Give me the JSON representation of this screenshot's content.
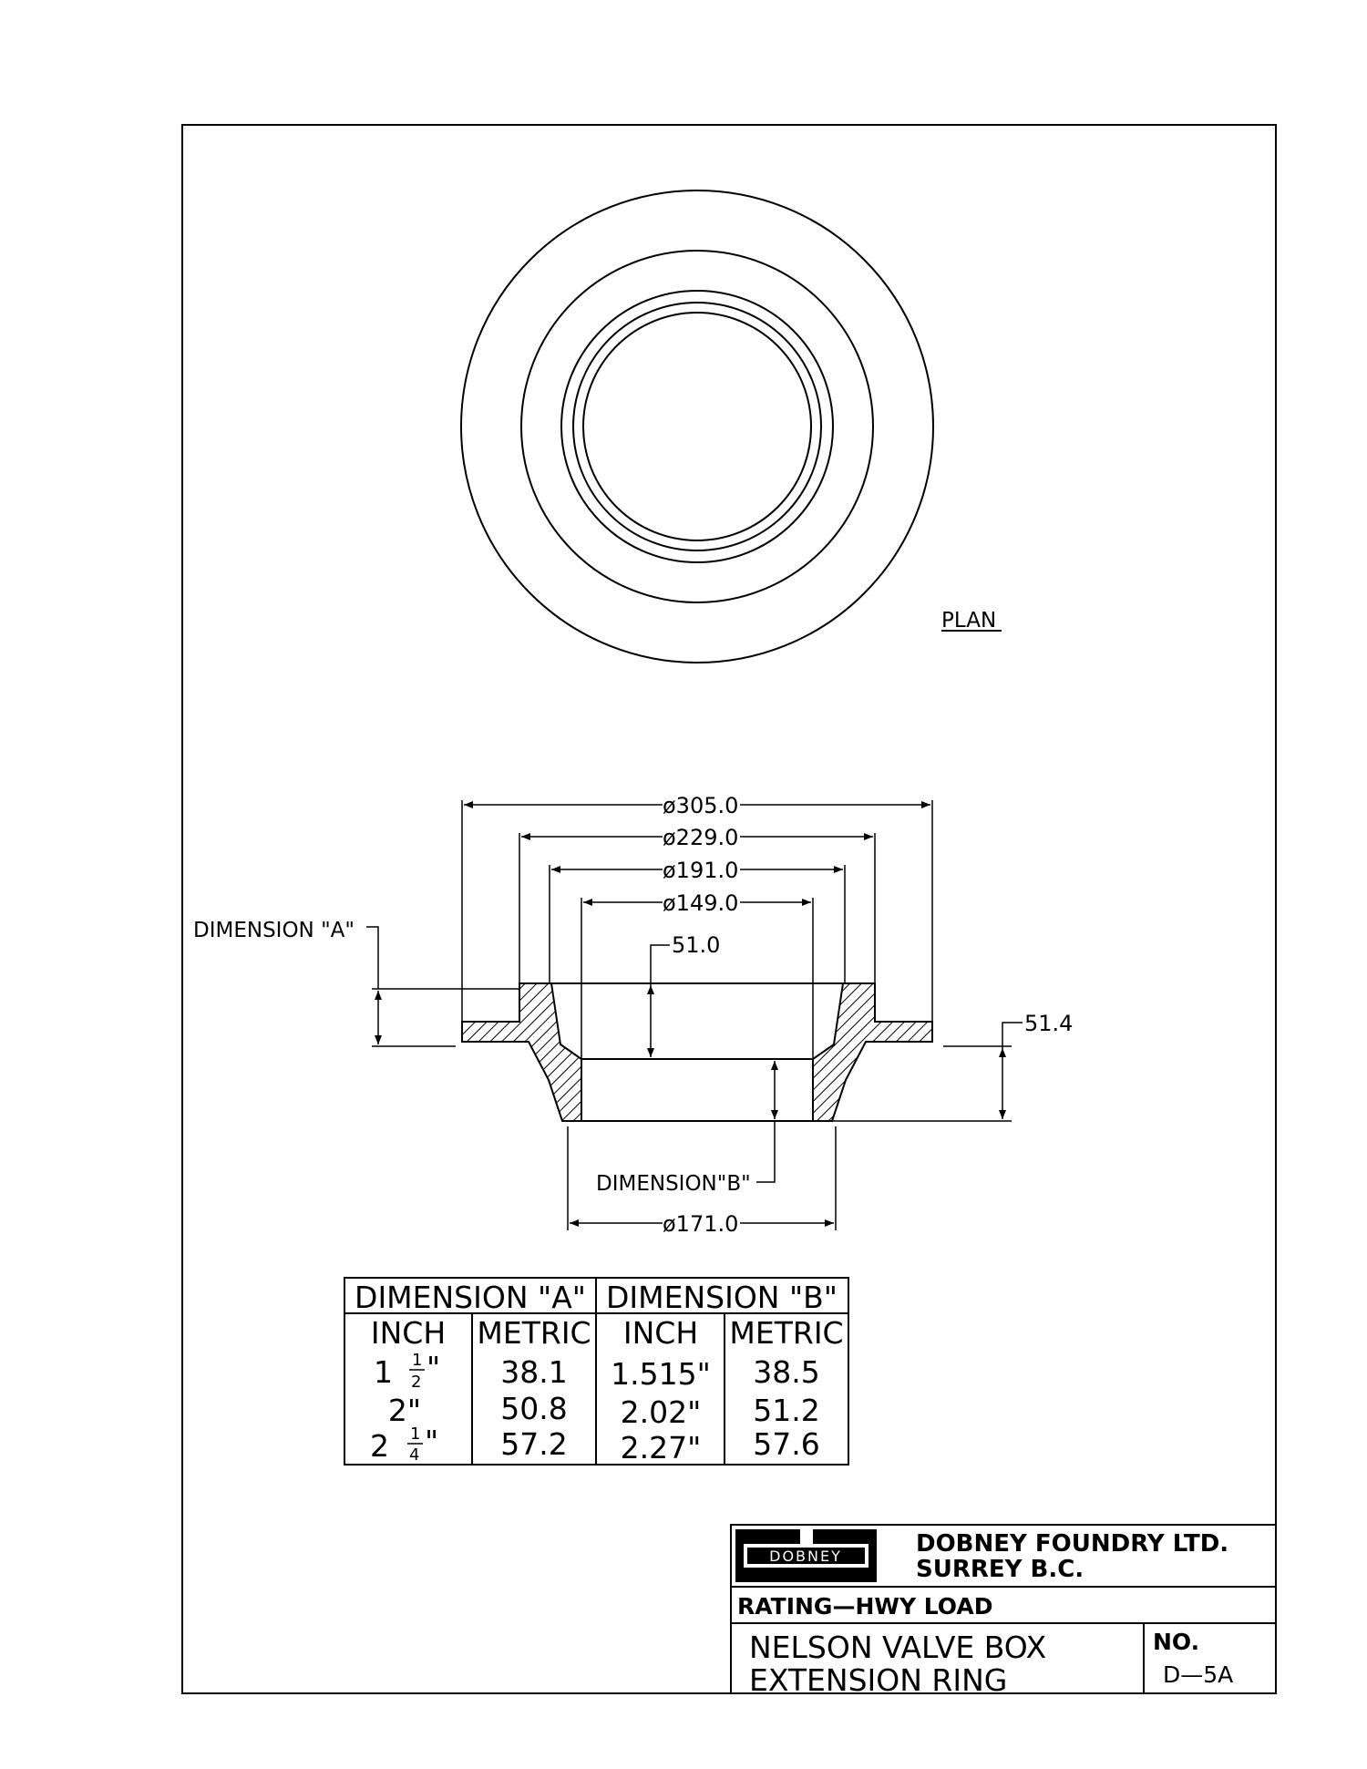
{
  "plan_label": "PLAN",
  "dimensions": {
    "d305": "ø305.0",
    "d229": "ø229.0",
    "d191": "ø191.0",
    "d149": "ø149.0",
    "h51": "51.0",
    "h514": "51.4",
    "d171": "ø171.0",
    "dim_a": "DIMENSION  \"A\"",
    "dim_b": "DIMENSION\"B\""
  },
  "table": {
    "head_a": "DIMENSION  \"A\"",
    "head_b": "DIMENSION  \"B\"",
    "sub": [
      "INCH",
      "METRIC",
      "INCH",
      "METRIC"
    ],
    "rows": [
      {
        "a_in_whole": "1",
        "a_in_frac_num": "1",
        "a_in_frac_den": "2",
        "a_in_mark": "\"",
        "a_m": "38.1",
        "b_in": "1.515\"",
        "b_m": "38.5"
      },
      {
        "a_in_whole": "2\"",
        "a_in_frac_num": "",
        "a_in_frac_den": "",
        "a_in_mark": "",
        "a_m": "50.8",
        "b_in": "2.02\"",
        "b_m": "51.2"
      },
      {
        "a_in_whole": "2",
        "a_in_frac_num": "1",
        "a_in_frac_den": "4",
        "a_in_mark": "\"",
        "a_m": "57.2",
        "b_in": "2.27\"",
        "b_m": "57.6"
      }
    ]
  },
  "title_block": {
    "logo_text": "DOBNEY",
    "company": "DOBNEY  FOUNDRY  LTD.",
    "location": "SURREY  B.C.",
    "rating": "RATING—HWY  LOAD",
    "title_line1": "NELSON  VALVE  BOX",
    "title_line2": "EXTENSION  RING",
    "no_label": "NO.",
    "no_value": "D—5A"
  }
}
